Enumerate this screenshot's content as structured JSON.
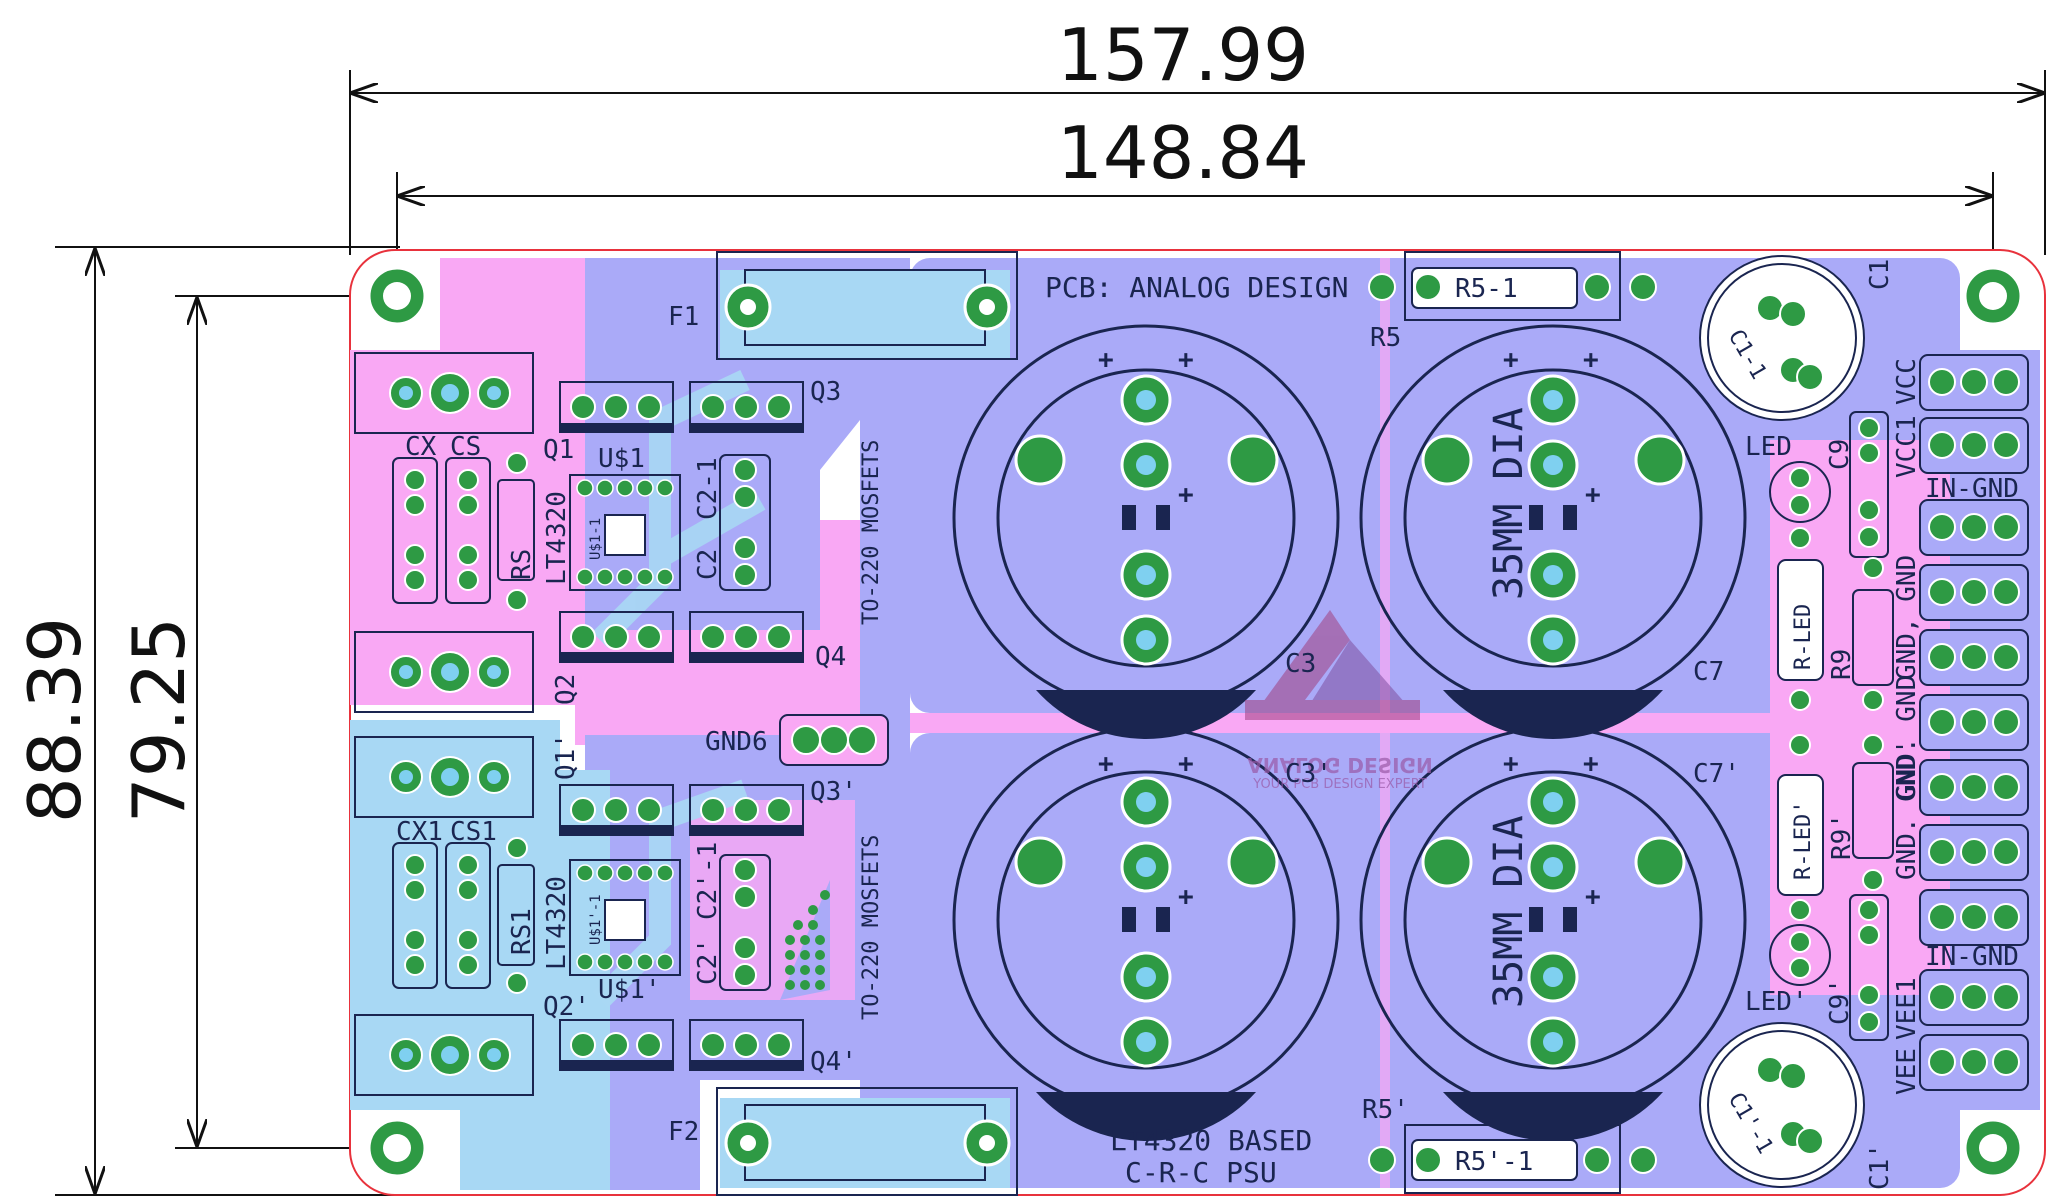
{
  "dimensions": {
    "outer_width": "157.99",
    "inner_width": "148.84",
    "outer_height": "88.39",
    "inner_height": "79.25"
  },
  "board": {
    "title": "PCB: ANALOG DESIGN",
    "footer_line1": "LT4320 BASED",
    "footer_line2": "C-R-C PSU",
    "mosfet_note_top": "TO-220 MOSFETS",
    "mosfet_note_bottom": "TO-220 MOSFETS",
    "cap_dia_top": "35MM DIA",
    "cap_dia_bottom": "35MM DIA"
  },
  "watermark": {
    "line1": "ANALOG DESIGN",
    "line2": "YOUR PCB DESIGN EXPERT"
  },
  "labels": {
    "F1": "F1",
    "F2": "F2",
    "R5": "R5",
    "R5_1": "R5-1",
    "R5p": "R5'",
    "R5p_1": "R5'-1",
    "C1": "C1",
    "C1_1": "C1-1",
    "C1p": "C1'",
    "C1p_1": "C1'-1",
    "Q1": "Q1",
    "Q2": "Q2",
    "Q3": "Q3",
    "Q4": "Q4",
    "Q1p": "Q1'",
    "Q2p": "Q2'",
    "Q3p": "Q3'",
    "Q4p": "Q4'",
    "U1": "U$1",
    "U1p": "U$1'",
    "U1_1": "U$1-1",
    "U1p_1": "U$1'-1",
    "LT_top": "LT4320",
    "LT_bot": "LT4320",
    "CX": "CX",
    "CS": "CS",
    "CX1": "CX1",
    "CS1": "CS1",
    "RS": "RS",
    "RS1": "RS1",
    "C2": "C2",
    "C2_1": "C2-1",
    "C2p": "C2'",
    "C2p_1": "C2'-1",
    "GND6": "GND6",
    "C3": "C3",
    "C7": "C7",
    "C3p": "C3'",
    "C7p": "C7'",
    "LED": "LED",
    "LEDp": "LED'",
    "R_LED": "R-LED",
    "R_LEDp": "R-LED'",
    "R9": "R9",
    "R9p": "R9'",
    "C9": "C9",
    "C9p": "C9'",
    "VCC": "VCC",
    "VCC1": "VCC1",
    "IN_GND_top": "IN-GND",
    "GND_GND": "GND, GND",
    "GND_GND2": "GND. GND",
    "GND_GND3": "GND. GND'",
    "IN_GND_bot": "IN-GND",
    "VEE1": "VEE1",
    "VEE": "VEE"
  },
  "colors": {
    "board_blue": "#aaaaf8",
    "copper_pink": "#f9a8f4",
    "copper_cyan": "#a8d8f4",
    "pad_green": "#2e9a44",
    "hole_cyan": "#7fd0f0",
    "outline": "#e8323c"
  }
}
